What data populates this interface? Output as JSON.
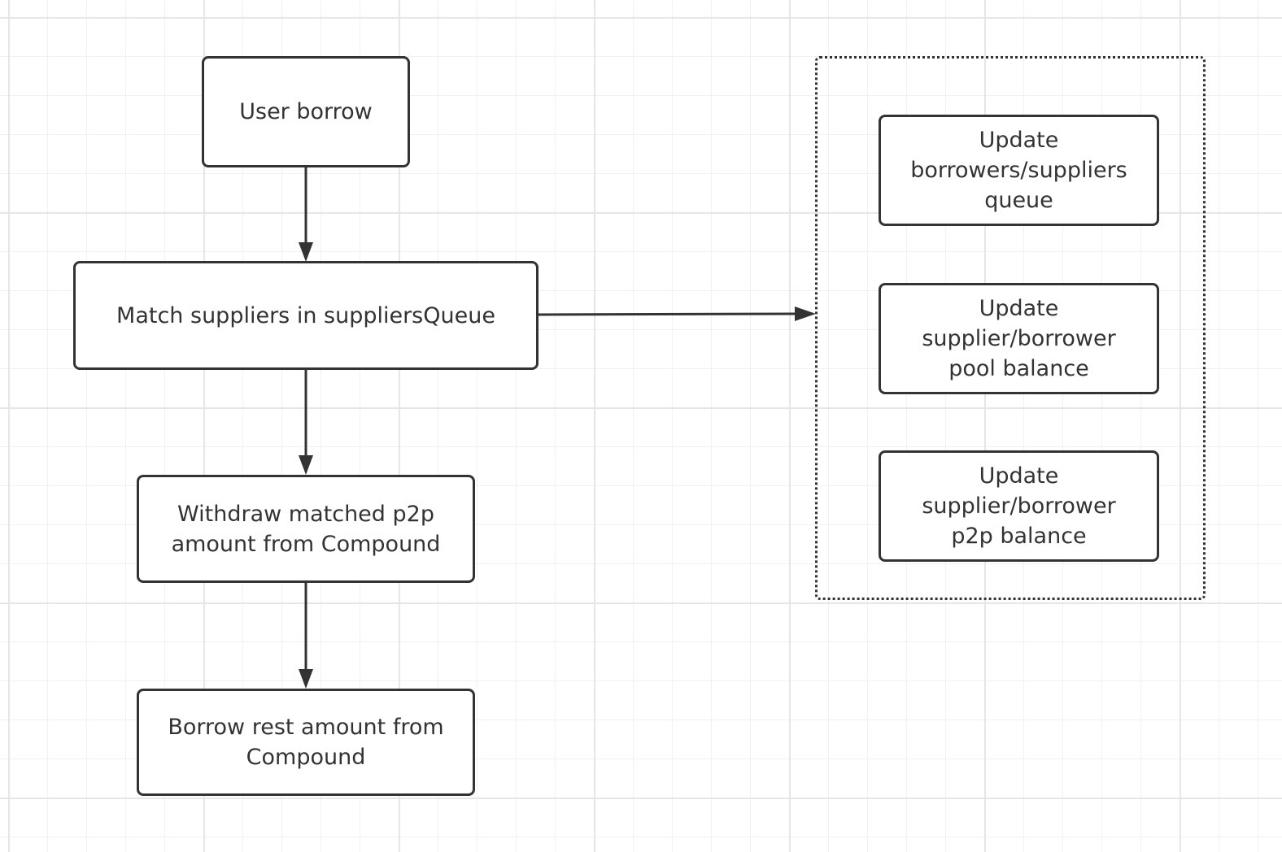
{
  "diagram": {
    "nodes": {
      "user_borrow": "User borrow",
      "match_suppliers": "Match suppliers in suppliersQueue",
      "withdraw_matched": "Withdraw matched p2p\namount from Compound",
      "borrow_rest": "Borrow rest amount from\nCompound",
      "update_queue": "Update\nborrowers/suppliers\nqueue",
      "update_pool_balance": "Update\nsupplier/borrower\npool balance",
      "update_p2p_balance": "Update\nsupplier/borrower\np2p balance"
    },
    "colors": {
      "stroke": "#333333",
      "text": "#333333",
      "node_fill": "#ffffff",
      "grid_major": "#e6e6e6",
      "grid_minor": "#f2f2f2"
    }
  }
}
